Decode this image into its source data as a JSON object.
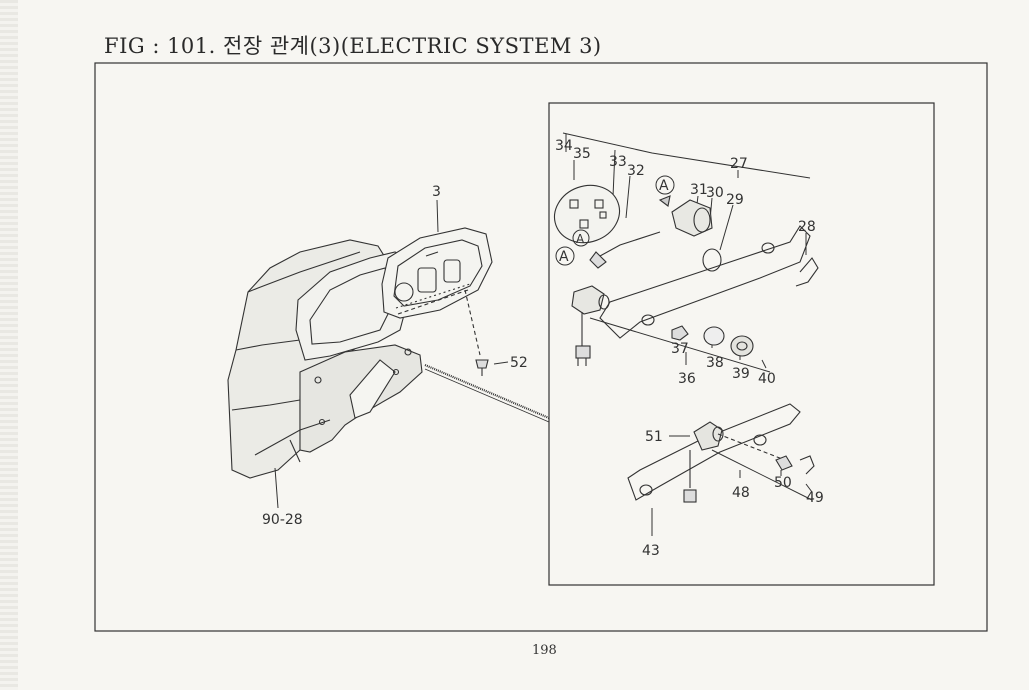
{
  "header": {
    "title": "FIG : 101. 전장 관계(3)(ELECTRIC SYSTEM 3)"
  },
  "footer": {
    "page_number": "198"
  },
  "callouts": {
    "c3": "3",
    "c52": "52",
    "c90_28": "90-28",
    "c34": "34",
    "c35": "35",
    "c33": "33",
    "c32": "32",
    "c27": "27",
    "c31": "31",
    "c30": "30",
    "c29": "29",
    "c28": "28",
    "c37": "37",
    "c38": "38",
    "c39": "39",
    "c40": "40",
    "c36": "36",
    "c51": "51",
    "c50": "50",
    "c49": "49",
    "c48": "48",
    "c43": "43",
    "markA1": "A",
    "markA2": "A",
    "markA3": "A"
  }
}
